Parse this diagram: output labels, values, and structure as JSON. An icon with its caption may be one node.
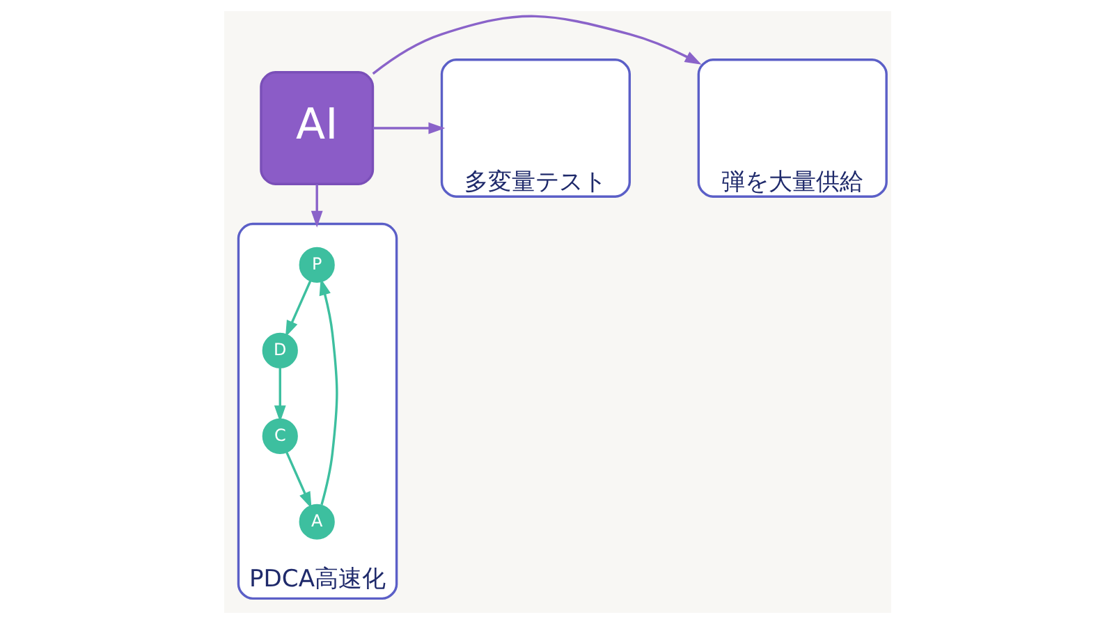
{
  "diagram": {
    "nodes": [
      {
        "text": [
          "弾を大量供給"
        ]
      },
      {
        "text": [
          "AI"
        ]
      },
      {
        "text": [
          "多変量テスト"
        ]
      },
      {
        "text": [
          "PDCA高速化"
        ]
      },
      {
        "text": [
          "P"
        ],
        "in": 3
      },
      {
        "text": [
          "D"
        ],
        "in": 3
      },
      {
        "text": [
          "C"
        ],
        "in": 3
      },
      {
        "text": [
          "A"
        ],
        "in": 3
      }
    ],
    "edges": [
      {
        "from": 1,
        "to": 0,
        "arrow": "to",
        "color": "#8a63c9"
      },
      {
        "from": 1,
        "to": 2,
        "arrow": "to",
        "color": "#8a63c9"
      },
      {
        "from": 1,
        "to": 3,
        "arrow": "to",
        "color": "#8a63c9"
      },
      {
        "from": 4,
        "to": 5,
        "arrow": "to"
      },
      {
        "from": 5,
        "to": 6,
        "arrow": "to"
      },
      {
        "from": 6,
        "to": 7,
        "arrow": "to"
      },
      {
        "from": 7,
        "to": 4,
        "arrow": "to"
      }
    ]
  }
}
